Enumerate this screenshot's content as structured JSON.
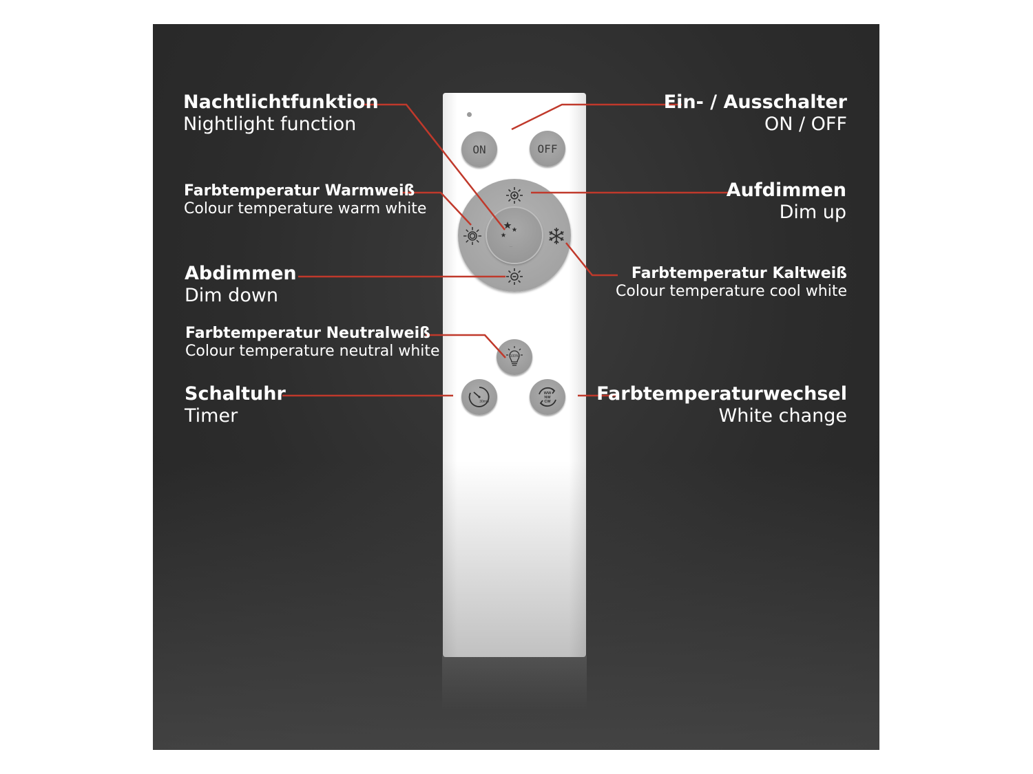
{
  "remote": {
    "on_label": "ON",
    "off_label": "OFF",
    "timer_text": "30min",
    "neutral_text": "100%",
    "change_text": [
      "WW",
      "NW",
      "CW"
    ]
  },
  "labels": {
    "nightlight": {
      "de": "Nachtlichtfunktion",
      "en": "Nightlight function"
    },
    "warm": {
      "de": "Farbtemperatur Warmweiß",
      "en": "Colour temperature warm white"
    },
    "dim_down": {
      "de": "Abdimmen",
      "en": "Dim down"
    },
    "neutral": {
      "de": "Farbtemperatur Neutralweiß",
      "en": "Colour temperature neutral white"
    },
    "timer": {
      "de": "Schaltuhr",
      "en": "Timer"
    },
    "onoff": {
      "de": "Ein- / Ausschalter",
      "en": "ON / OFF"
    },
    "dim_up": {
      "de": "Aufdimmen",
      "en": "Dim up"
    },
    "cool": {
      "de": "Farbtemperatur Kaltweiß",
      "en": "Colour temperature cool white"
    },
    "change": {
      "de": "Farbtemperaturwechsel",
      "en": "White change"
    }
  },
  "colors": {
    "leader_line": "#c0392b",
    "panel": "#2e2e2e",
    "button": "#9e9e9e"
  }
}
